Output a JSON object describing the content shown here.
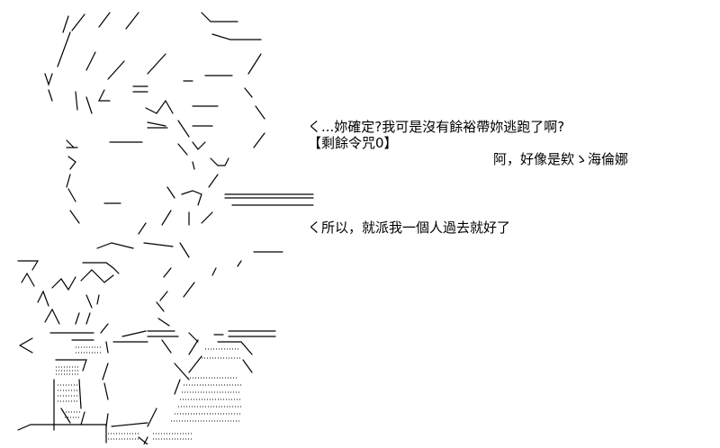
{
  "dialogue": {
    "line1": "く...妳確定?我可是沒有餘裕帶妳逃跑了啊?",
    "line2": "【剩餘令咒0】",
    "line3": "阿，好像是欸ゝ海倫娜",
    "line4": "く所以，就派我一個人過去就好了"
  },
  "colors": {
    "background": "#ffffff",
    "text": "#000000"
  },
  "art": {
    "kind": "ascii-art-character",
    "name": "ascii-art-figure"
  }
}
